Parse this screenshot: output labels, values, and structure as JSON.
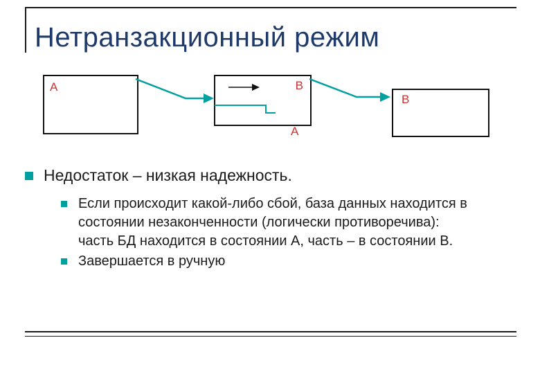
{
  "slide": {
    "title": "Нетранзакционный режим"
  },
  "diagram": {
    "box_a": {
      "label": "A"
    },
    "box_middle": {
      "label_b": "B",
      "label_a_below": "A"
    },
    "box_b": {
      "label": "B"
    }
  },
  "content": {
    "bullet_main": "Недостаток – низкая надежность.",
    "sub_bullets": [
      "Если происходит какой-либо сбой, база данных находится в\nсостоянии незаконченности (логически противоречива):\nчасть БД находится в состоянии А, часть – в состоянии В.",
      "Завершается в ручную"
    ]
  },
  "colors": {
    "title_text": "#1F3A68",
    "label_red": "#CC3333",
    "accent_teal": "#00A0A0"
  }
}
